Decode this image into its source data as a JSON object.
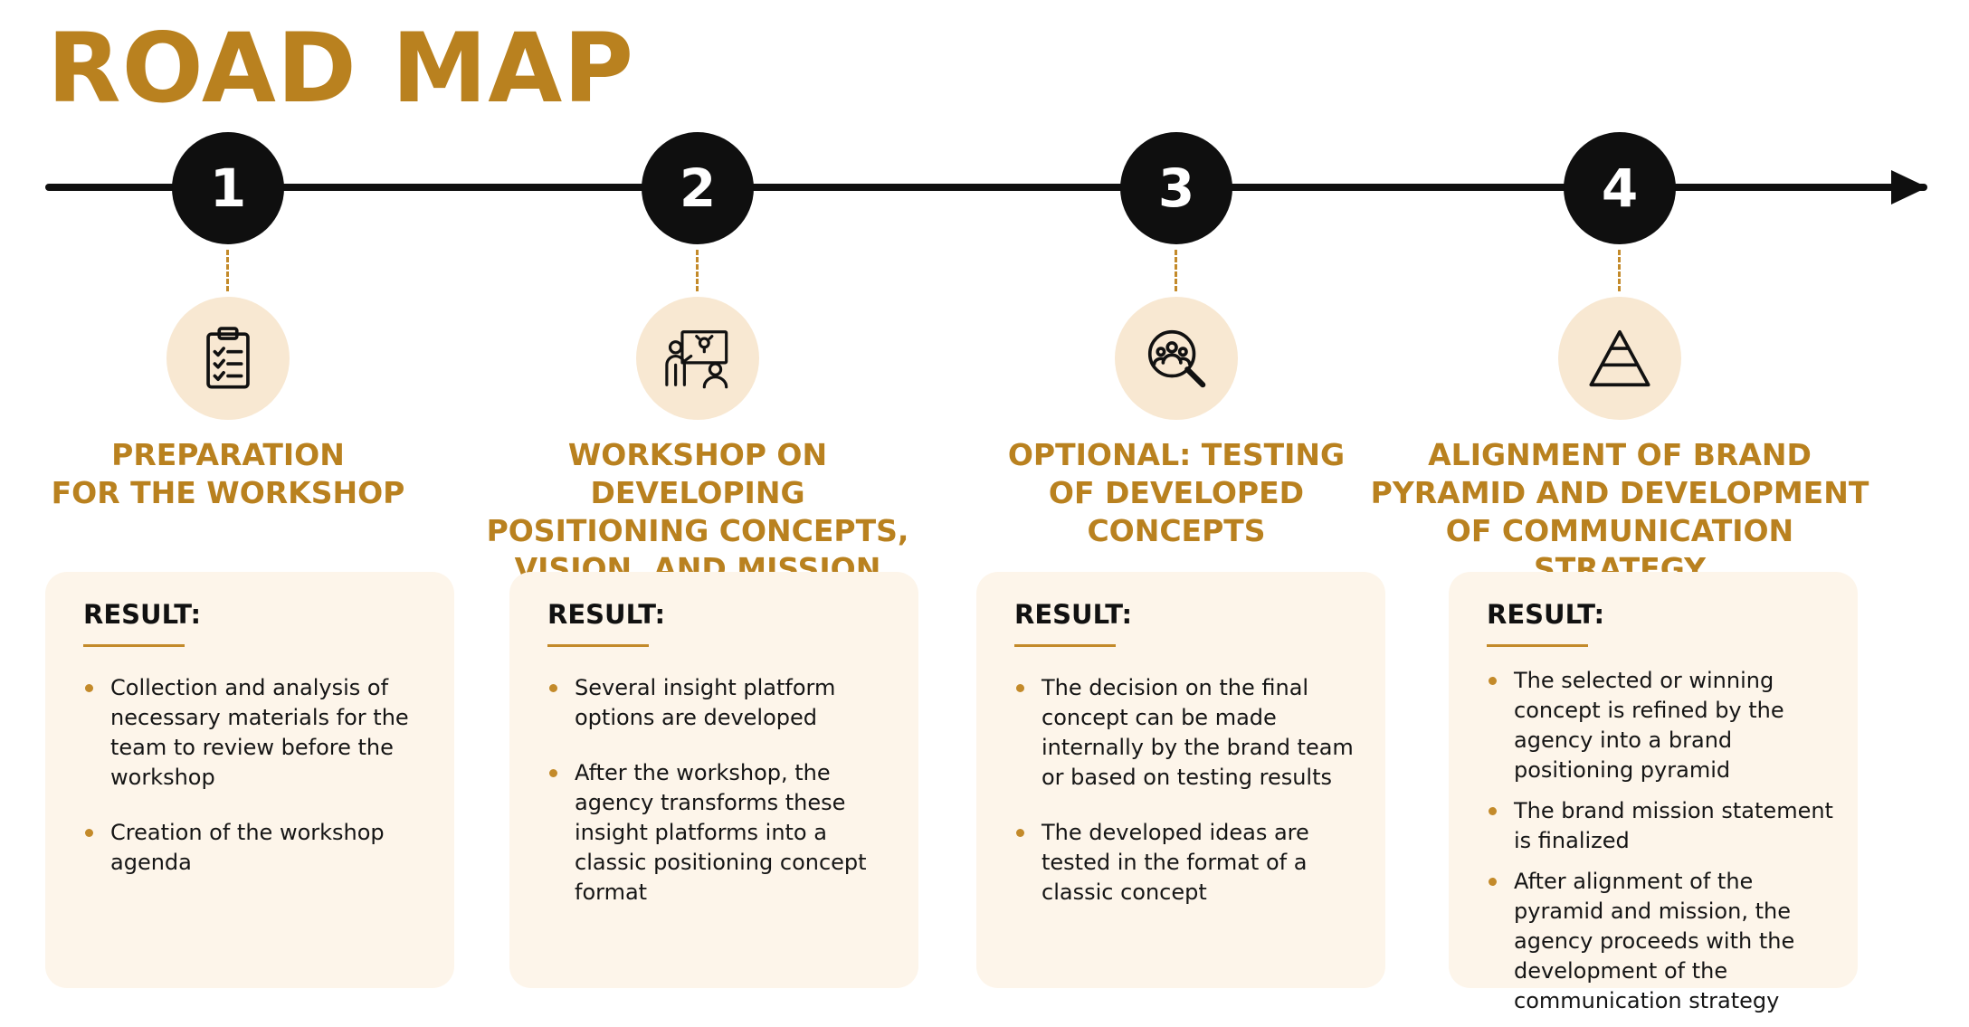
{
  "title": "ROAD MAP",
  "steps": [
    {
      "number": "1",
      "icon": "clipboard-checklist-icon",
      "title": "PREPARATION\nFOR THE WORKSHOP",
      "result_label": "RESULT:",
      "bullets": [
        "Collection and analysis of necessary materials for the team to review before the workshop",
        "Creation of the workshop agenda"
      ]
    },
    {
      "number": "2",
      "icon": "presentation-workshop-icon",
      "title": "WORKSHOP ON DEVELOPING\nPOSITIONING CONCEPTS,\nVISION, AND MISSION",
      "result_label": "RESULT:",
      "bullets": [
        "Several insight platform options are developed",
        "After the workshop, the agency transforms these insight platforms into a classic positioning concept format"
      ]
    },
    {
      "number": "3",
      "icon": "magnifier-people-icon",
      "title": "OPTIONAL: TESTING\nOF DEVELOPED\nCONCEPTS",
      "result_label": "RESULT:",
      "bullets": [
        "The decision on the final concept can be made internally by the brand team or based on testing results",
        "The developed ideas are tested in the format of a classic concept"
      ]
    },
    {
      "number": "4",
      "icon": "pyramid-icon",
      "title": "ALIGNMENT OF BRAND\nPYRAMID AND DEVELOPMENT\nOF COMMUNICATION STRATEGY",
      "result_label": "RESULT:",
      "bullets": [
        "The selected or winning concept is refined by the agency into a brand positioning pyramid",
        "The brand mission statement is finalized",
        "After alignment of the pyramid and mission, the agency proceeds with the development of the communication strategy"
      ]
    }
  ]
}
